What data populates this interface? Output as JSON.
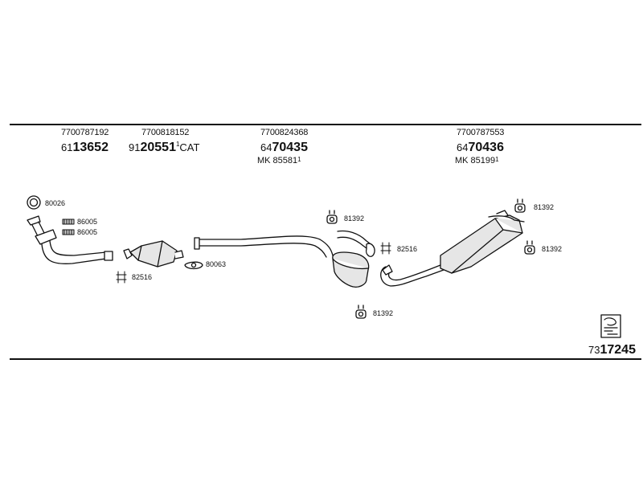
{
  "header_parts": [
    {
      "oem": "7700787192",
      "prefix": "61",
      "main": "13652",
      "suffix": ""
    },
    {
      "oem": "7700818152",
      "prefix": "91",
      "main": "20551",
      "suffix": "CAT"
    },
    {
      "oem": "7700824368",
      "prefix": "64",
      "main": "70435",
      "mk": "MK 85581"
    },
    {
      "oem": "7700787553",
      "prefix": "64",
      "main": "70436",
      "mk": "MK 85199"
    }
  ],
  "footnote_marker": "1",
  "labels": {
    "r80026": "80026",
    "r86005a": "86005",
    "r86005b": "86005",
    "r82516a": "82516",
    "r80063": "80063",
    "r81392a": "81392",
    "r82516b": "82516",
    "r81392b": "81392",
    "r81392c": "81392",
    "r81392d": "81392"
  },
  "footer": {
    "prefix": "73",
    "main": "17245"
  },
  "colors": {
    "line": "#111111",
    "fill": "#ffffff",
    "shade": "#cfcfcf"
  }
}
